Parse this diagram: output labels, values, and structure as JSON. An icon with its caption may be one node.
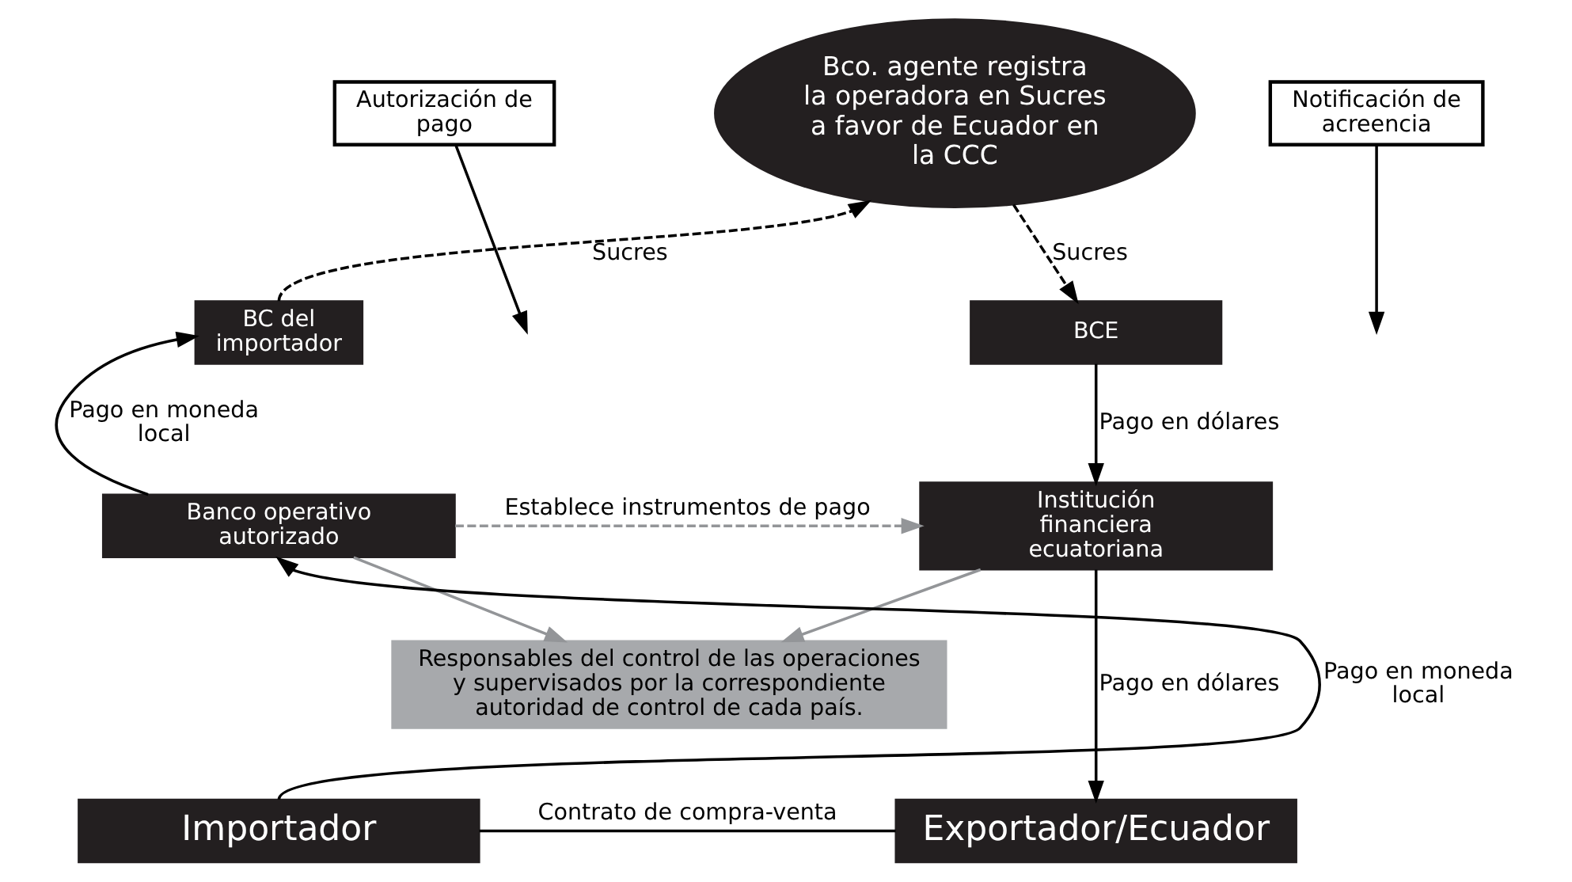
{
  "diagram": {
    "nodes": [
      {
        "text": [
          "Bco. agente registra la operadora en Sucres a favor de Ecuador en la CCC"
        ]
      },
      {
        "text": [
          "Autorización de pago"
        ]
      },
      {
        "text": [
          "Notificación de acreencia"
        ]
      },
      {
        "text": [
          "BC del importador"
        ]
      },
      {
        "text": [
          "BCE"
        ]
      },
      {
        "text": [
          "Banco operativo autorizado"
        ]
      },
      {
        "text": [
          "Institución financiera ecuatoriana"
        ]
      },
      {
        "text": [
          "Responsables del control de las operaciones y supervisados por la correspondiente autoridad de control de cada país."
        ]
      },
      {
        "text": [
          "Importador"
        ]
      },
      {
        "text": [
          "Exportador/Ecuador"
        ]
      }
    ],
    "edges": [
      {
        "from": 3,
        "to": 0,
        "arrow": "to",
        "label": "Sucres",
        "style": "dashed"
      },
      {
        "from": 0,
        "to": 4,
        "arrow": "to",
        "label": "Sucres",
        "style": "dashed"
      },
      {
        "from": 1,
        "to": null,
        "arrow": "to"
      },
      {
        "from": 2,
        "to": null,
        "arrow": "to"
      },
      {
        "from": 5,
        "to": 3,
        "arrow": "to",
        "label": "Pago en moneda local"
      },
      {
        "from": 8,
        "to": 5,
        "arrow": "to",
        "label": "Pago en moneda local"
      },
      {
        "from": 4,
        "to": 6,
        "arrow": "to",
        "label": "Pago en dólares"
      },
      {
        "from": 6,
        "to": 9,
        "arrow": "to",
        "label": "Pago en dólares"
      },
      {
        "from": 5,
        "to": 6,
        "arrow": "to",
        "label": "Establece instrumentos de pago",
        "style": "dashed",
        "color": "#939598"
      },
      {
        "from": 5,
        "to": 7,
        "arrow": "to",
        "color": "#939598"
      },
      {
        "from": 6,
        "to": 7,
        "arrow": "to",
        "color": "#939598"
      },
      {
        "from": 8,
        "to": 9,
        "arrow": "none",
        "label": "Contrato de compra-venta"
      }
    ]
  }
}
